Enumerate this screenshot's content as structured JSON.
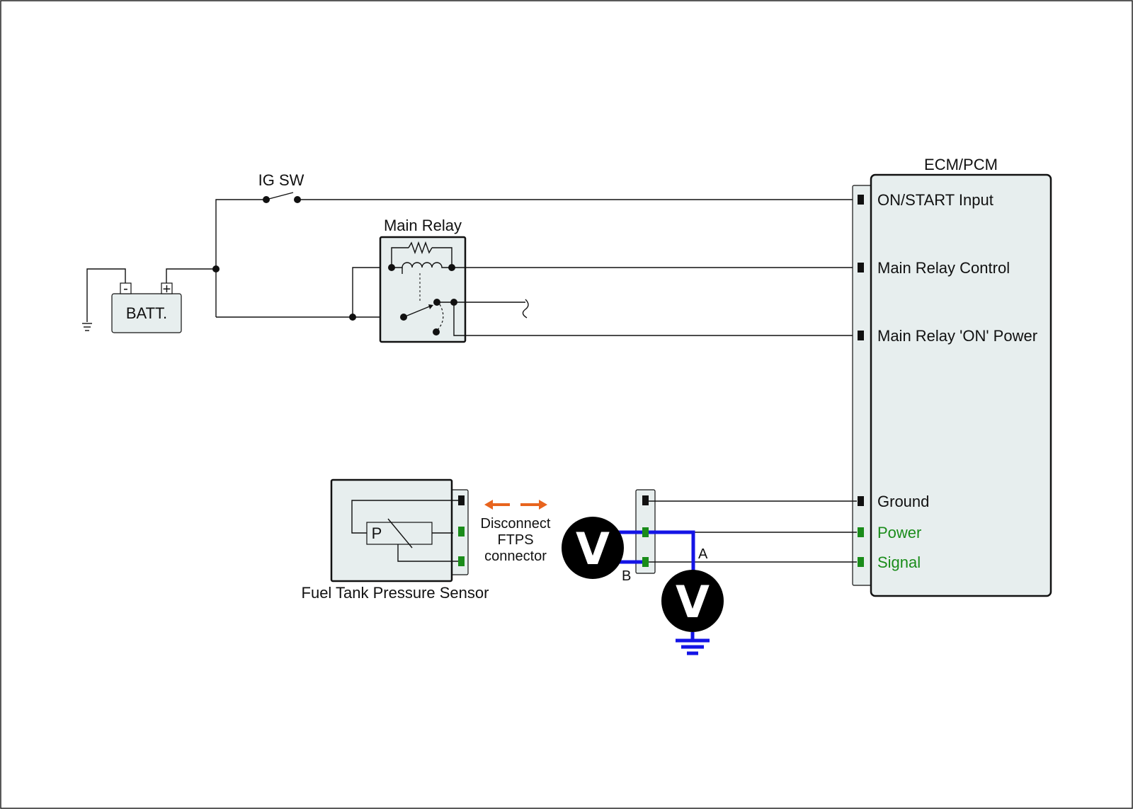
{
  "components": {
    "battery": {
      "label": "BATT.",
      "neg_symbol": "-",
      "pos_symbol": "+"
    },
    "ignition_switch": {
      "label": "IG SW"
    },
    "main_relay": {
      "label": "Main Relay"
    },
    "ecm": {
      "label": "ECM/PCM",
      "pins": [
        {
          "label": "ON/START Input",
          "color": "black"
        },
        {
          "label": "Main Relay Control",
          "color": "black"
        },
        {
          "label": "Main Relay 'ON' Power",
          "color": "black"
        },
        {
          "label": "Ground",
          "color": "black"
        },
        {
          "label": "Power",
          "color": "green"
        },
        {
          "label": "Signal",
          "color": "green"
        }
      ]
    },
    "sensor": {
      "label": "Fuel Tank Pressure Sensor",
      "element": "P"
    },
    "disconnect_note": {
      "lines": [
        "Disconnect",
        "FTPS",
        "connector"
      ]
    },
    "voltmeters": [
      {
        "symbol": "V"
      },
      {
        "symbol": "V"
      }
    ],
    "probe_points": {
      "a": "A",
      "b": "B"
    }
  },
  "colors": {
    "ecm_fill": "#e7eeee",
    "probe_wire": "#1414e6",
    "green_pin": "#1a8c1a",
    "arrow": "#e8641e"
  }
}
